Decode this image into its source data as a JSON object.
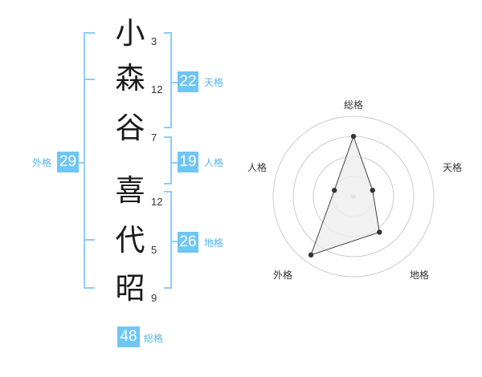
{
  "name": {
    "characters": [
      {
        "char": "小",
        "strokes": "3"
      },
      {
        "char": "森",
        "strokes": "12"
      },
      {
        "char": "谷",
        "strokes": "7"
      },
      {
        "char": "喜",
        "strokes": "12"
      },
      {
        "char": "代",
        "strokes": "5"
      },
      {
        "char": "昭",
        "strokes": "9"
      }
    ]
  },
  "fortunes": {
    "tenkaku": {
      "value": "22",
      "label": "天格"
    },
    "jinkaku": {
      "value": "19",
      "label": "人格"
    },
    "chikaku": {
      "value": "26",
      "label": "地格"
    },
    "gaikaku": {
      "value": "29",
      "label": "外格"
    },
    "soukaku": {
      "value": "48",
      "label": "総格"
    }
  },
  "radar": {
    "labels": {
      "top": "総格",
      "right": "天格",
      "bottom_right": "地格",
      "bottom_left": "外格",
      "left": "人格"
    },
    "levels": {
      "soukaku": 0.75,
      "tenkaku": 0.25,
      "chikaku": 0.55,
      "gaikaku": 0.9,
      "jinkaku": 0.25
    },
    "colors": {
      "ring": "#cccccc",
      "fill": "#eeeeee",
      "line": "#444444",
      "point": "#333333",
      "center": "#bbbbbb"
    }
  },
  "colors": {
    "accent": "#6ec6f5",
    "bracket": "#8ccdf5"
  }
}
